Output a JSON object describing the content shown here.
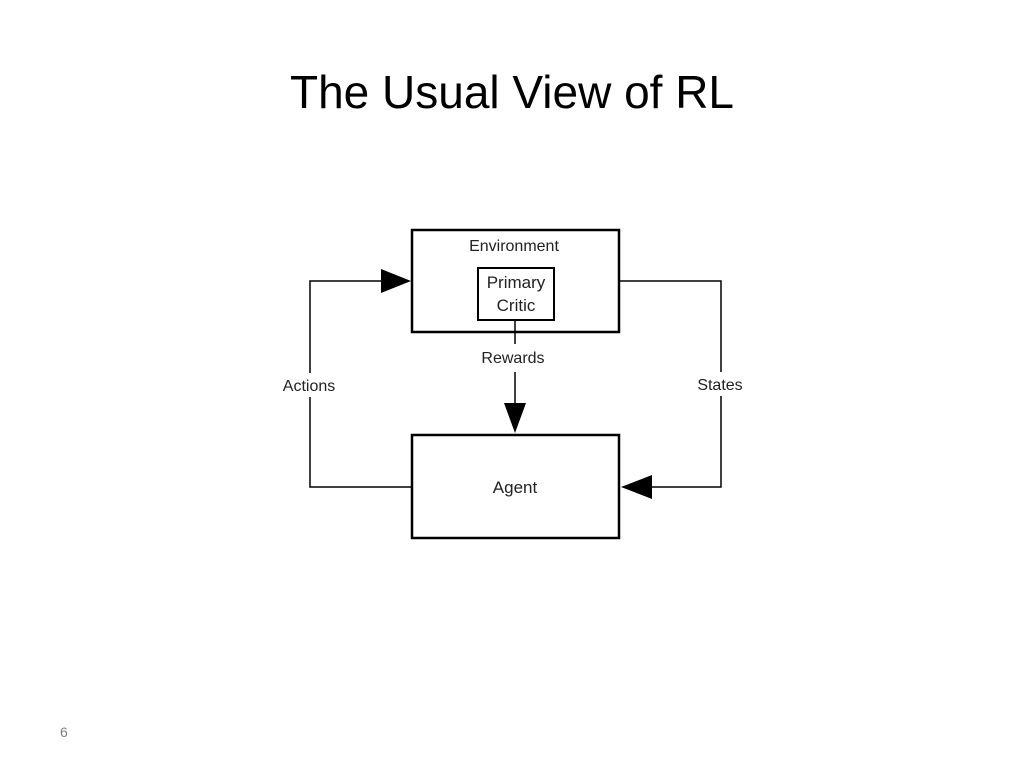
{
  "slide": {
    "title": "The Usual View of RL",
    "page_number": "6"
  },
  "diagram": {
    "environment_label": "Environment",
    "critic_label_line1": "Primary",
    "critic_label_line2": "Critic",
    "agent_label": "Agent",
    "rewards_label": "Rewards",
    "actions_label": "Actions",
    "states_label": "States",
    "line_color": "#000000"
  }
}
